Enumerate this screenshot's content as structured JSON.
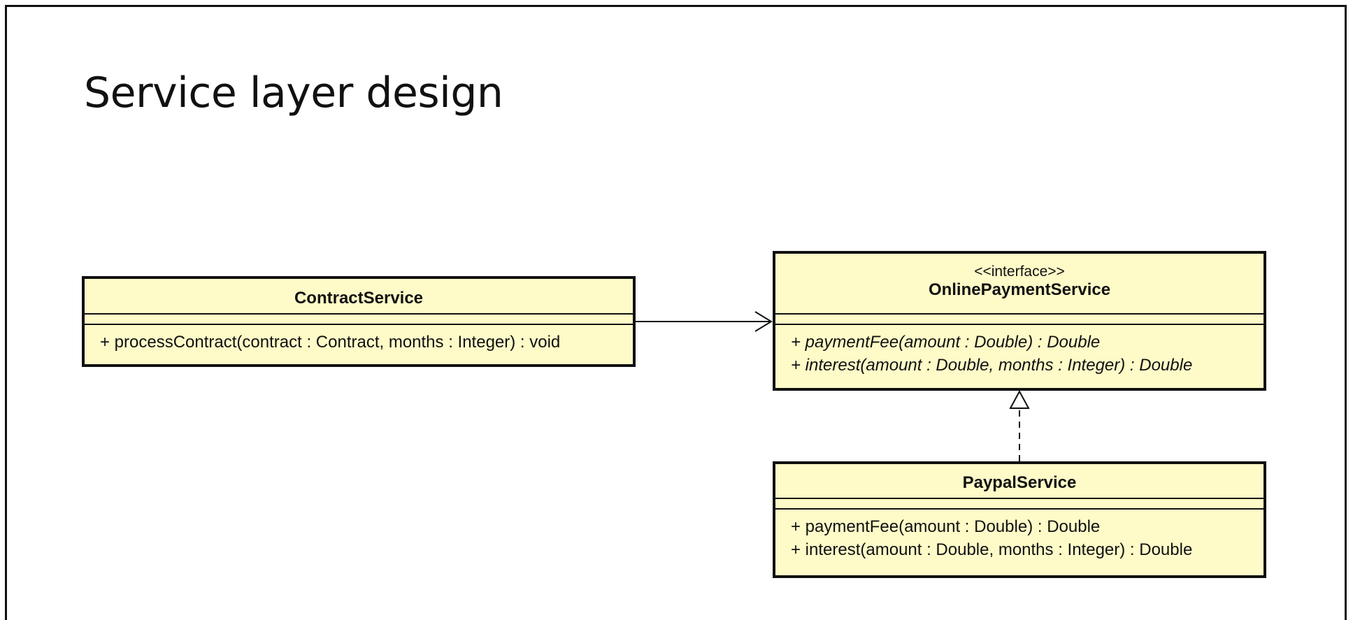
{
  "slide": {
    "title": "Service layer design"
  },
  "classes": {
    "contract_service": {
      "name": "ContractService",
      "operations": [
        "+ processContract(contract : Contract, months : Integer) : void"
      ]
    },
    "online_payment_service": {
      "stereotype": "<<interface>>",
      "name": "OnlinePaymentService",
      "operations": [
        "+ paymentFee(amount : Double) : Double",
        "+ interest(amount : Double, months : Integer) : Double"
      ]
    },
    "paypal_service": {
      "name": "PaypalService",
      "operations": [
        "+ paymentFee(amount : Double) : Double",
        "+ interest(amount : Double, months : Integer) : Double"
      ]
    }
  },
  "relations": [
    {
      "type": "association",
      "from": "ContractService",
      "to": "OnlinePaymentService"
    },
    {
      "type": "realization",
      "from": "PaypalService",
      "to": "OnlinePaymentService"
    }
  ],
  "colors": {
    "class_fill": "#fffbc8",
    "line": "#111111"
  }
}
